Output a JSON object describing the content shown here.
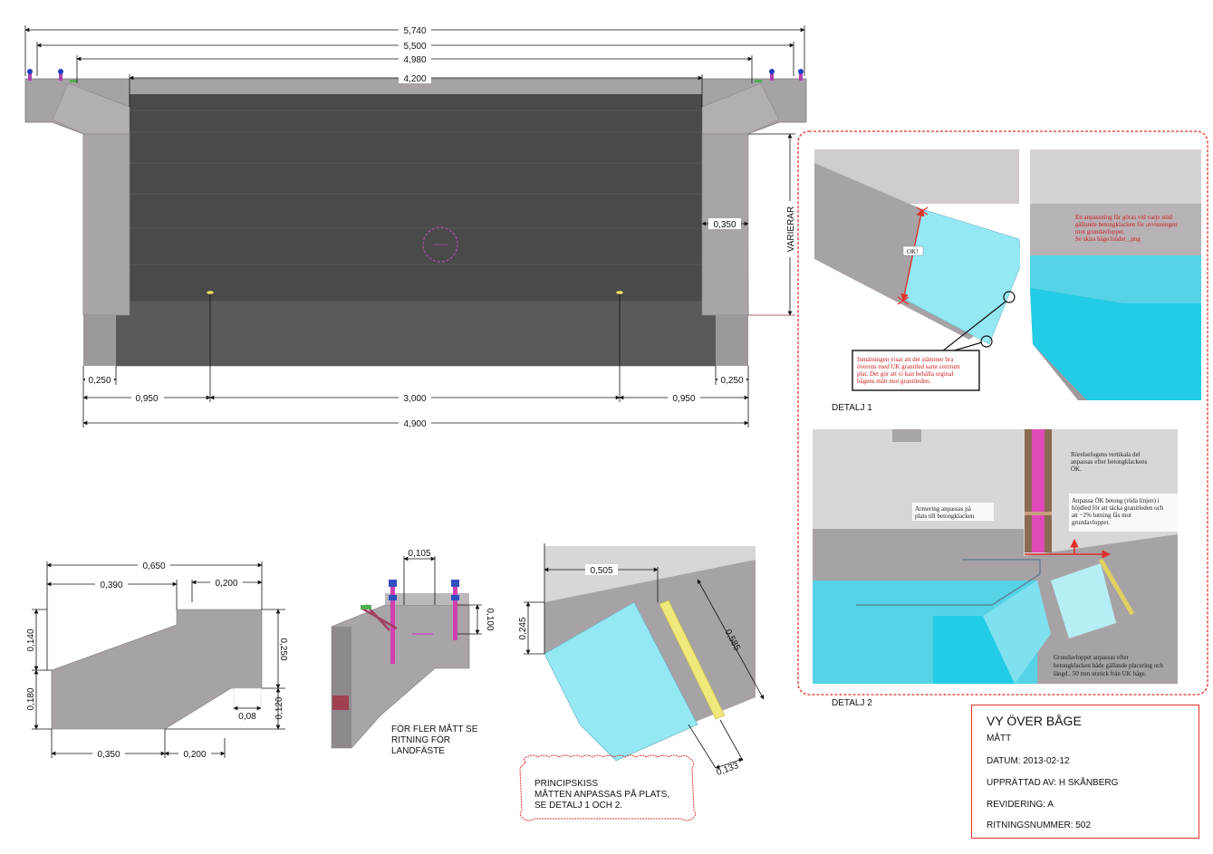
{
  "main_view": {
    "dims_top": [
      "5,740",
      "5,500",
      "4,980",
      "4,200"
    ],
    "dim_side": "0,350",
    "dim_varierar": "VARIERAR",
    "dims_bottom": [
      "0,250",
      "0,250",
      "0,950",
      "3,000",
      "0,950",
      "4,900"
    ]
  },
  "cross_section": {
    "dims": [
      "0,650",
      "0,390",
      "0,200",
      "0,140",
      "0,180",
      "0,250",
      "0,120",
      "0,08",
      "0,350",
      "0,200"
    ]
  },
  "small_detail": {
    "dims": [
      "0,105",
      "0,100"
    ],
    "note_lines": [
      "FÖR FLER MÅTT SE",
      "RITNING FÖR",
      "LANDFÄSTE"
    ]
  },
  "principle_sketch": {
    "dims": [
      "0,505",
      "0,245",
      "0,585",
      "0,133"
    ],
    "note_lines": [
      "PRINCIPSKISS",
      "MÅTTEN ANPASSAS PÅ PLATS,",
      "SE DETALJ 1 OCH 2."
    ]
  },
  "detail1": {
    "label": "DETALJ 1",
    "ok_label": "OK!",
    "note_top_lines": [
      "En anpassning får göras vid varje stöd",
      "gällande betongklacken för avvinningen",
      "mot grundavloppet.",
      "Se skiss båge1söder_.png"
    ],
    "note_box_lines": [
      "Inmätningen visar att det stämmer bra",
      "överens med UK granitled samt centrum",
      "plat. Det gör att vi kan behålla orginal",
      "bågens mått mot granitleden."
    ]
  },
  "detail2": {
    "label": "DETALJ 2",
    "note_joint_lines": [
      "Rörelsefogens vertikala del",
      "anpassas efter betongklackens",
      "ÖK."
    ],
    "note_concrete_lines": [
      "Anpassa ÖK betong (röda linjen) i",
      "höjdled för att täcka granitleden och",
      "att ~2% lutning fås mot",
      "grundavloppet."
    ],
    "note_rebar_lines": [
      "Armering anpassas på",
      "plats till betongklacken"
    ],
    "note_drain_lines": [
      "Grundavloppet anpassas efter",
      "betongklacken både gällande placering och",
      "längd..      50 mm utstick från UK båge."
    ]
  },
  "title_block": {
    "title": "VY ÖVER BÅGE",
    "subtitle": "MÅTT",
    "date": "DATUM: 2013-02-12",
    "author": "UPPRÄTTAD AV: H SKÅNBERG",
    "revision": "REVIDERING: A",
    "drawing_number": "RITNINGSNUMMER: 502"
  },
  "colors": {
    "concrete": "#a7a2a6",
    "dark_face": "#4a4a4a",
    "water_light": "#93e8f4",
    "water_mid": "#2fd0ea",
    "accent_red": "#e0302a",
    "rebar_magenta": "#e040b0",
    "drain_yellow": "#f0e87a"
  }
}
